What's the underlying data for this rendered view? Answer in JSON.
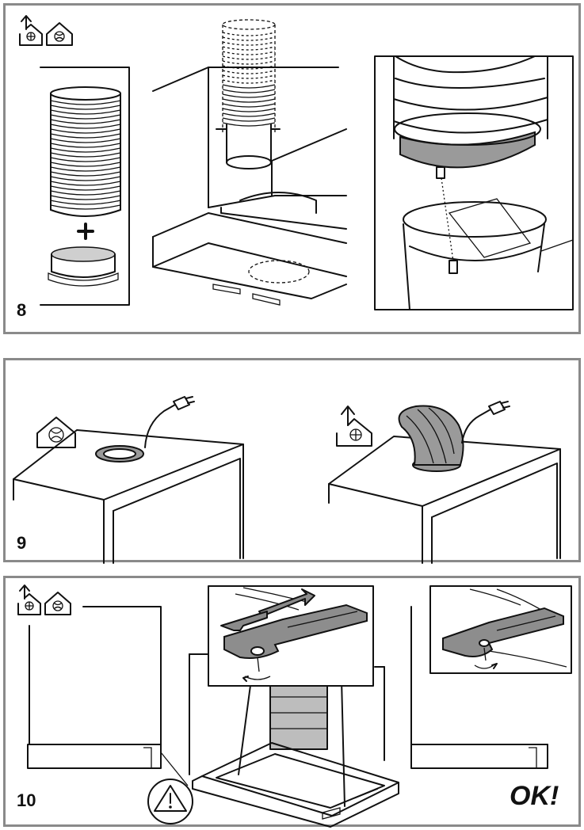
{
  "steps": [
    {
      "number": "8"
    },
    {
      "number": "9"
    },
    {
      "number": "10",
      "ok_label": "OK!"
    }
  ],
  "icons": {
    "ducted": "ducted-extraction-icon",
    "recirculation": "recirculation-icon",
    "warning": "warning-triangle-icon"
  },
  "colors": {
    "frame": "#8a8a8a",
    "line": "#111111",
    "shade": "#9a9a9a"
  }
}
